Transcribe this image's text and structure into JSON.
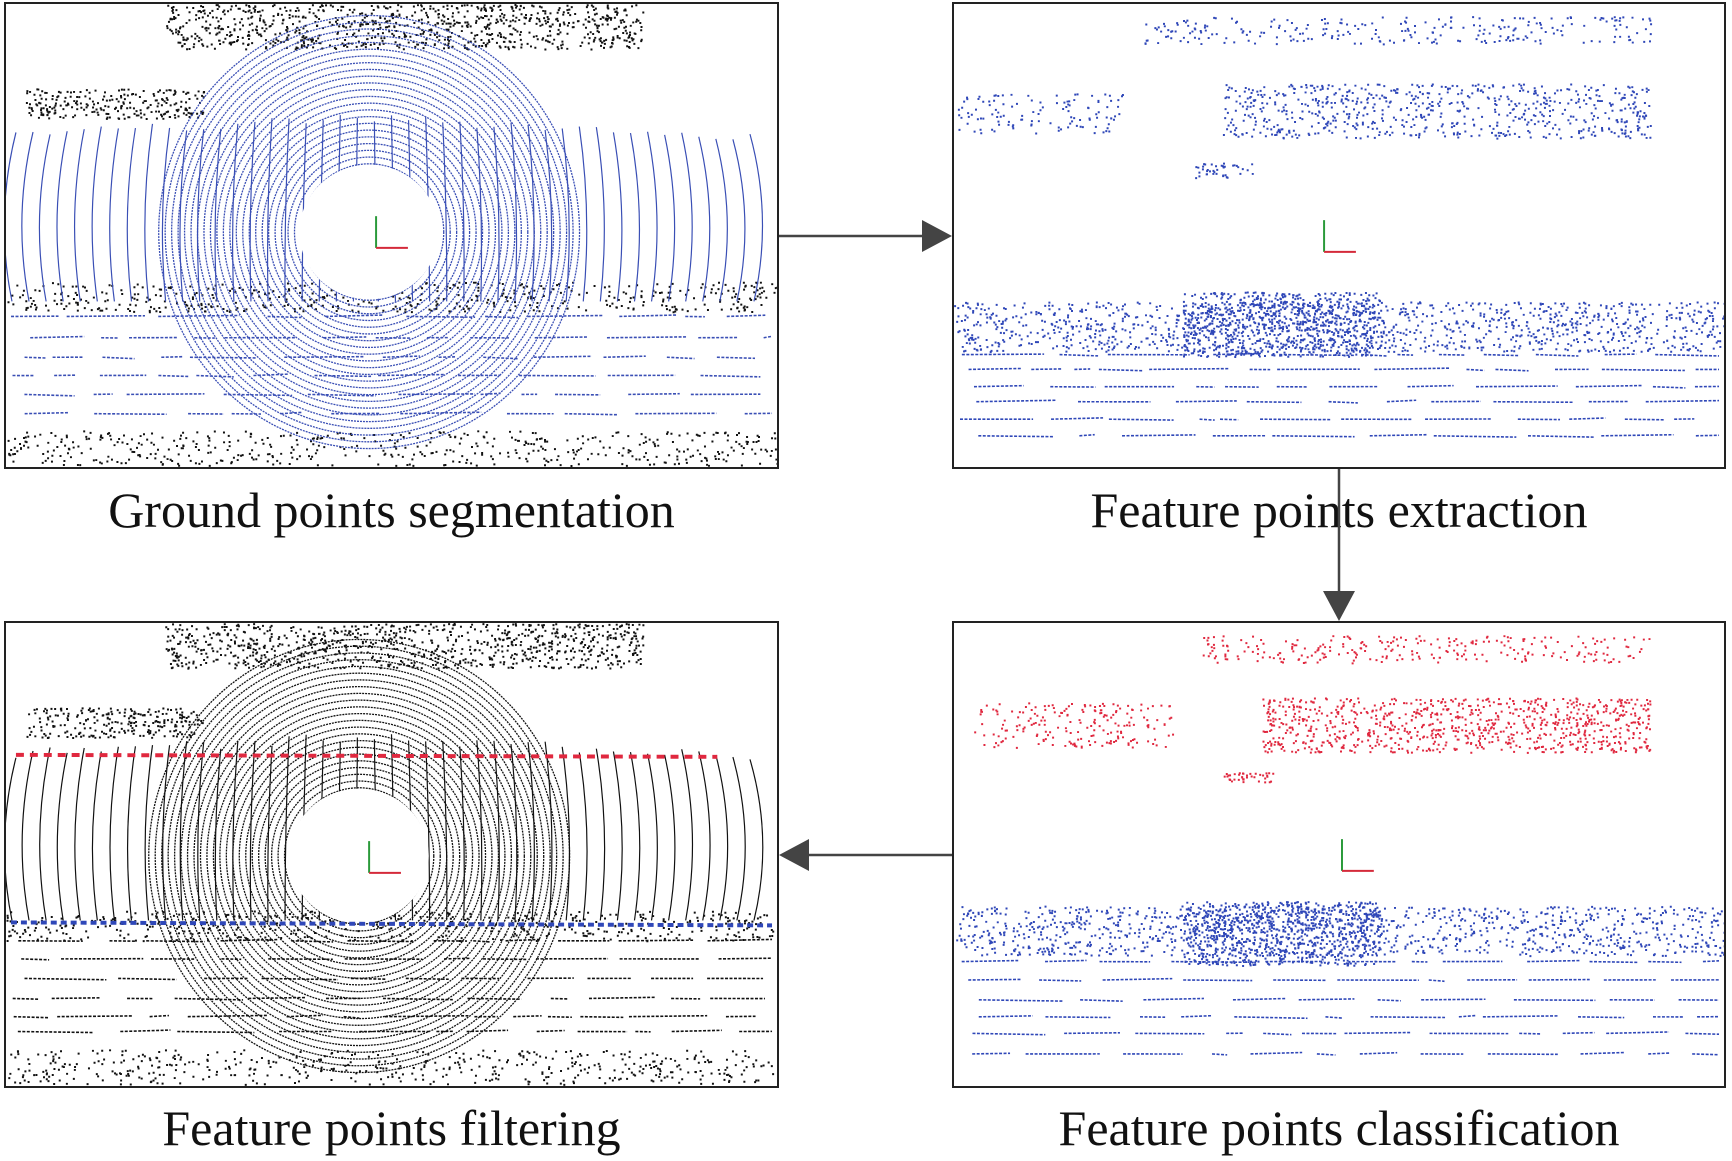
{
  "panels": [
    {
      "id": "ground",
      "caption": "Ground points segmentation"
    },
    {
      "id": "extract",
      "caption": "Feature points extraction"
    },
    {
      "id": "classify",
      "caption": "Feature points classification"
    },
    {
      "id": "filter",
      "caption": "Feature points filtering"
    }
  ],
  "colors": {
    "ground_points": "#3a4fb5",
    "raw_points": "#111111",
    "edge_points": "#e0283f",
    "planar_points": "#2f47b8",
    "axis_x": "#d42a3a",
    "axis_y": "#2a9a3a",
    "arrow": "#444444",
    "frame": "#222222"
  },
  "flow": [
    "ground -> extract",
    "extract -> classify",
    "classify -> filter"
  ]
}
